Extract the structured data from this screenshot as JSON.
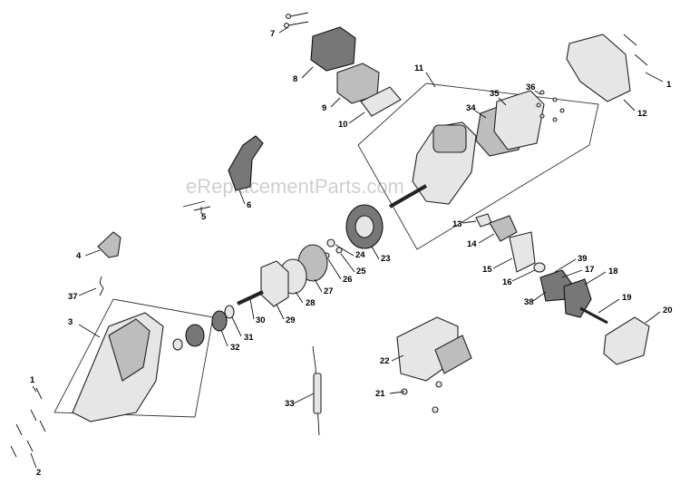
{
  "watermark": "eReplacementParts.com",
  "callouts": [
    "1",
    "1",
    "2",
    "3",
    "4",
    "5",
    "6",
    "7",
    "8",
    "9",
    "10",
    "11",
    "12",
    "13",
    "14",
    "15",
    "16",
    "17",
    "18",
    "19",
    "20",
    "21",
    "22",
    "23",
    "24",
    "25",
    "26",
    "27",
    "28",
    "29",
    "30",
    "31",
    "32",
    "33",
    "34",
    "35",
    "36",
    "37",
    "38",
    "39"
  ]
}
